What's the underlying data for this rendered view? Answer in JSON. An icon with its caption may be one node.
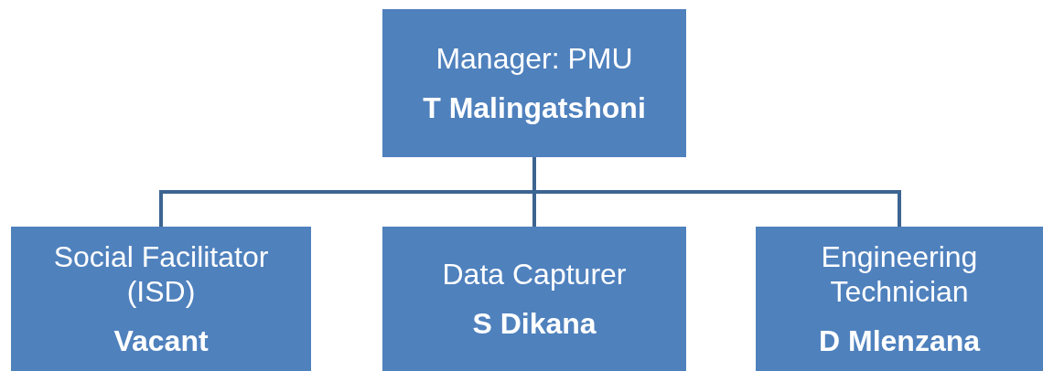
{
  "diagram": {
    "nodes": [
      {
        "text": [
          "Manager: PMU",
          "T Malingatshoni"
        ]
      },
      {
        "text": [
          "Social Facilitator (ISD)",
          "Vacant"
        ]
      },
      {
        "text": [
          "Data Capturer",
          "S Dikana"
        ]
      },
      {
        "text": [
          "Engineering Technician",
          "D Mlenzana"
        ]
      }
    ],
    "edges": [
      {
        "from": 0,
        "to": 1,
        "arrow": "none"
      },
      {
        "from": 0,
        "to": 2,
        "arrow": "none"
      },
      {
        "from": 0,
        "to": 3,
        "arrow": "none"
      }
    ]
  }
}
